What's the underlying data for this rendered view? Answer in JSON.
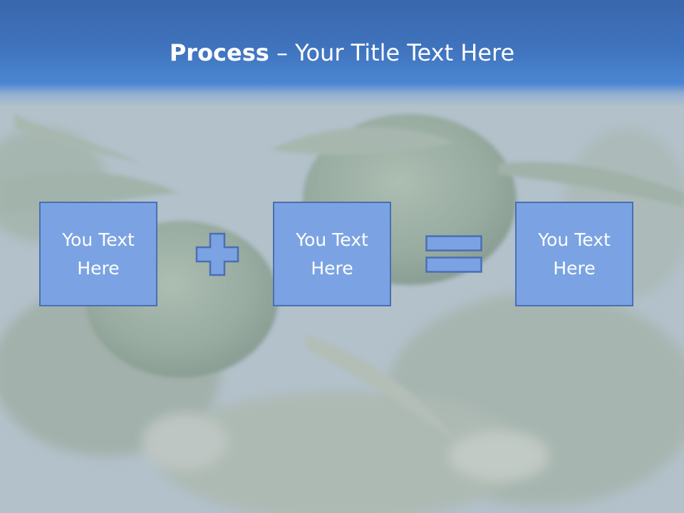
{
  "title": {
    "bold": "Process",
    "rest": " – Your Title Text Here"
  },
  "boxes": [
    {
      "text": "You Text Here"
    },
    {
      "text": "You Text Here"
    },
    {
      "text": "You Text Here"
    }
  ],
  "operators": {
    "first": "plus-icon",
    "second": "equals-icon"
  },
  "colors": {
    "title_band": "#3f73bd",
    "box_fill": "#7ba3e3",
    "box_border": "#4a6fb2",
    "text": "#ffffff"
  }
}
